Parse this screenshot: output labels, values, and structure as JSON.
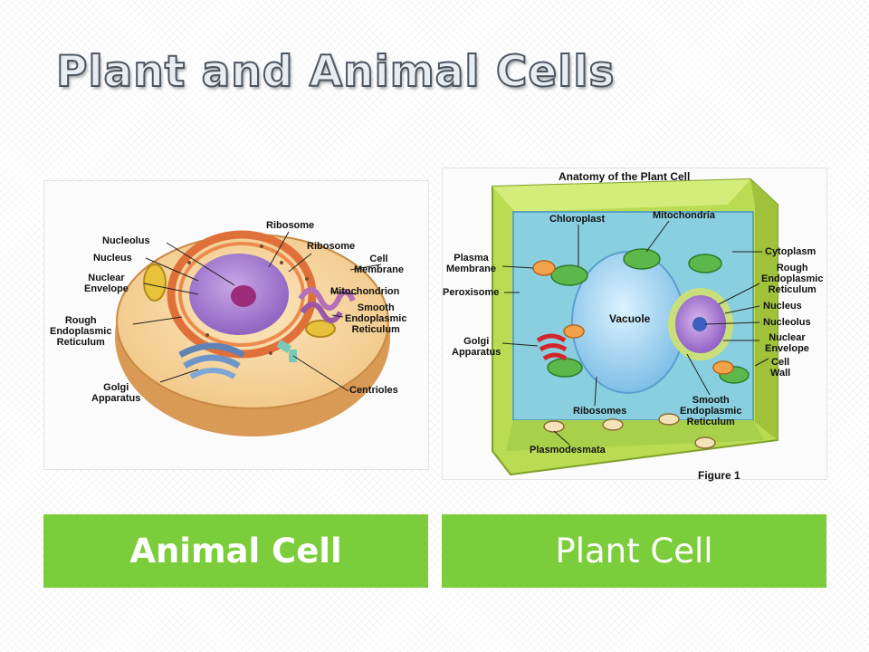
{
  "slide": {
    "title": "Plant and Animal Cells"
  },
  "animal_cell": {
    "caption": "Animal Cell",
    "labels": {
      "ribosome_top": "Ribosome",
      "ribosome_2": "Ribosome",
      "nucleolus": "Nucleolus",
      "nucleus": "Nucleus",
      "nuclear_envelope": "Nuclear\nEnvelope",
      "cell_membrane": "Cell\nMembrane",
      "mitochondrion": "Mitochondrion",
      "rough_er": "Rough\nEndoplasmic\nReticulum",
      "smooth_er": "Smooth\nEndoplasmic\nReticulum",
      "golgi": "Golgi\nApparatus",
      "centrioles": "Centrioles"
    }
  },
  "plant_cell": {
    "caption": "Plant Cell",
    "diagram_title": "Anatomy of the Plant Cell",
    "figure_label": "Figure 1",
    "labels": {
      "chloroplast": "Chloroplast",
      "mitochondria": "Mitochondria",
      "plasma_membrane": "Plasma\nMembrane",
      "peroxisome": "Peroxisome",
      "vacuole": "Vacuole",
      "golgi": "Golgi\nApparatus",
      "ribosomes": "Ribosomes",
      "plasmodesmata": "Plasmodesmata",
      "cytoplasm": "Cytoplasm",
      "rough_er": "Rough\nEndoplasmic\nReticulum",
      "nucleus": "Nucleus",
      "nucleolus": "Nucleolus",
      "nuclear_envelope": "Nuclear\nEnvelope",
      "cell_wall": "Cell\nWall",
      "smooth_er": "Smooth\nEndoplasmic\nReticulum"
    }
  },
  "colors": {
    "caption_bg": "#7ccd3c",
    "caption_text": "#ffffff",
    "title_fill": "#e9edf0",
    "title_stroke": "#4b5560"
  }
}
